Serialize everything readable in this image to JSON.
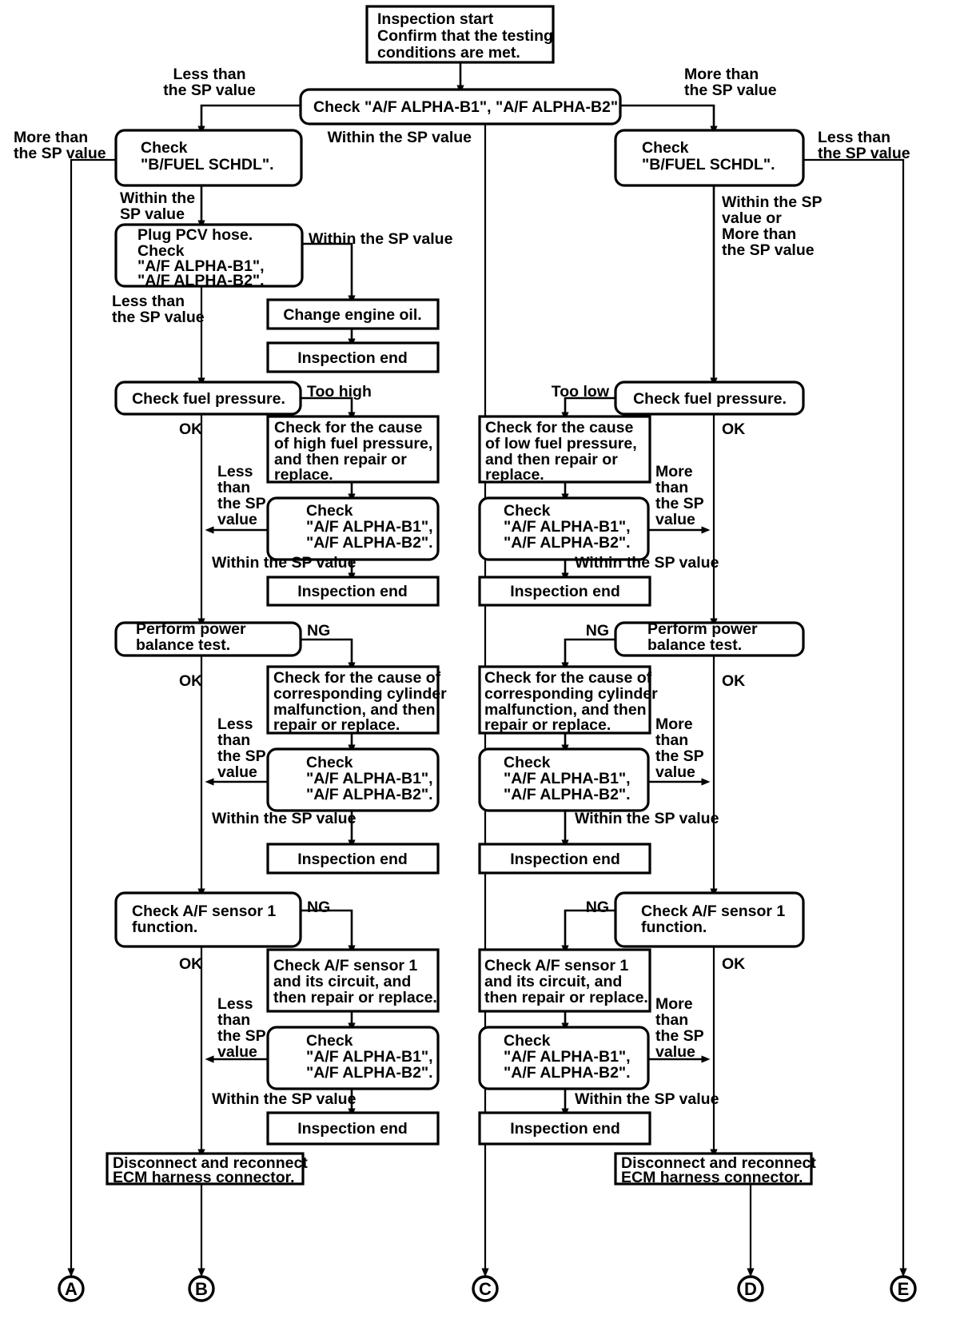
{
  "diagram": {
    "title": "A/F ALPHA diagnostic flowchart",
    "nodes": {
      "start": {
        "lines": [
          "Inspection start",
          "Confirm that the testing",
          "conditions are met."
        ]
      },
      "check_alpha_top": {
        "lines": [
          "Check \"A/F ALPHA-B1\", \"A/F ALPHA-B2\"."
        ]
      },
      "bfuel_left": {
        "lines": [
          "Check",
          "\"B/FUEL SCHDL\"."
        ]
      },
      "bfuel_right": {
        "lines": [
          "Check",
          "\"B/FUEL SCHDL\"."
        ]
      },
      "pcv": {
        "lines": [
          "Plug PCV hose.",
          "Check",
          "\"A/F ALPHA-B1\",",
          "\"A/F ALPHA-B2\"."
        ]
      },
      "change_oil": {
        "lines": [
          "Change engine oil."
        ]
      },
      "insp_end_1": {
        "lines": [
          "Inspection end"
        ]
      },
      "fuel_press_left": {
        "lines": [
          "Check fuel pressure."
        ]
      },
      "fuel_press_right": {
        "lines": [
          "Check fuel pressure."
        ]
      },
      "cause_high": {
        "lines": [
          "Check for the cause",
          "of high fuel pressure,",
          "and then repair or",
          "replace."
        ]
      },
      "cause_low": {
        "lines": [
          "Check for the cause",
          "of low fuel pressure,",
          "and then repair or",
          "replace."
        ]
      },
      "check_alpha_l1": {
        "lines": [
          "Check",
          "\"A/F ALPHA-B1\",",
          "\"A/F ALPHA-B2\"."
        ]
      },
      "check_alpha_r1": {
        "lines": [
          "Check",
          "\"A/F ALPHA-B1\",",
          "\"A/F ALPHA-B2\"."
        ]
      },
      "insp_end_2": {
        "lines": [
          "Inspection end"
        ]
      },
      "insp_end_3": {
        "lines": [
          "Inspection end"
        ]
      },
      "pwr_bal_left": {
        "lines": [
          "Perform power",
          "balance test."
        ]
      },
      "pwr_bal_right": {
        "lines": [
          "Perform power",
          "balance test."
        ]
      },
      "cyl_left": {
        "lines": [
          "Check for the cause of",
          "corresponding cylinder",
          "malfunction, and then",
          "repair or replace."
        ]
      },
      "cyl_right": {
        "lines": [
          "Check for the cause of",
          "corresponding cylinder",
          "malfunction, and then",
          "repair or replace."
        ]
      },
      "check_alpha_l2": {
        "lines": [
          "Check",
          "\"A/F ALPHA-B1\",",
          "\"A/F ALPHA-B2\"."
        ]
      },
      "check_alpha_r2": {
        "lines": [
          "Check",
          "\"A/F ALPHA-B1\",",
          "\"A/F ALPHA-B2\"."
        ]
      },
      "insp_end_4": {
        "lines": [
          "Inspection end"
        ]
      },
      "insp_end_5": {
        "lines": [
          "Inspection end"
        ]
      },
      "af_sensor_left": {
        "lines": [
          "Check A/F sensor 1",
          "function."
        ]
      },
      "af_sensor_right": {
        "lines": [
          "Check A/F sensor 1",
          "function."
        ]
      },
      "af_circ_left": {
        "lines": [
          "Check A/F sensor 1",
          "and its circuit, and",
          "then repair or replace."
        ]
      },
      "af_circ_right": {
        "lines": [
          "Check A/F sensor 1",
          "and its circuit, and",
          "then repair or replace."
        ]
      },
      "check_alpha_l3": {
        "lines": [
          "Check",
          "\"A/F ALPHA-B1\",",
          "\"A/F ALPHA-B2\"."
        ]
      },
      "check_alpha_r3": {
        "lines": [
          "Check",
          "\"A/F ALPHA-B1\",",
          "\"A/F ALPHA-B2\"."
        ]
      },
      "insp_end_6": {
        "lines": [
          "Inspection end"
        ]
      },
      "insp_end_7": {
        "lines": [
          "Inspection end"
        ]
      },
      "ecm_left": {
        "lines": [
          "Disconnect and reconnect",
          "ECM harness connector."
        ]
      },
      "ecm_right": {
        "lines": [
          "Disconnect and reconnect",
          "ECM harness connector."
        ]
      }
    },
    "edge_labels": {
      "less_than_top_left": [
        "Less than",
        "the SP value"
      ],
      "more_than_top_right": [
        "More than",
        "the SP value"
      ],
      "more_than_far_left": [
        "More than",
        "the SP value"
      ],
      "less_than_far_right": [
        "Less than",
        "the SP value"
      ],
      "within_left": [
        "Within the",
        "SP value"
      ],
      "within_center": [
        "Within the SP value"
      ],
      "within_right_multi": [
        "Within the SP",
        "value or",
        "More than",
        "the SP value"
      ],
      "within_pcv": [
        "Within the SP value"
      ],
      "less_than_pcv": [
        "Less than",
        "the SP value"
      ],
      "too_high": [
        "Too high"
      ],
      "too_low": [
        "Too low"
      ],
      "ok_l1": [
        "OK"
      ],
      "ok_r1": [
        "OK"
      ],
      "less_than_stack_l1": [
        "Less",
        "than",
        "the SP",
        "value"
      ],
      "more_than_stack_r1": [
        "More",
        "than",
        "the SP",
        "value"
      ],
      "within_sp_l1": [
        "Within the SP value"
      ],
      "within_sp_r1": [
        "Within the SP value"
      ],
      "ng_l1": [
        "NG"
      ],
      "ng_r1": [
        "NG"
      ],
      "ok_l2": [
        "OK"
      ],
      "ok_r2": [
        "OK"
      ],
      "less_than_stack_l2": [
        "Less",
        "than",
        "the SP",
        "value"
      ],
      "more_than_stack_r2": [
        "More",
        "than",
        "the SP",
        "value"
      ],
      "within_sp_l2": [
        "Within the SP value"
      ],
      "within_sp_r2": [
        "Within the SP value"
      ],
      "ng_l3": [
        "NG"
      ],
      "ng_r3": [
        "NG"
      ],
      "ok_l3": [
        "OK"
      ],
      "ok_r3": [
        "OK"
      ],
      "less_than_stack_l3": [
        "Less",
        "than",
        "the SP",
        "value"
      ],
      "more_than_stack_r3": [
        "More",
        "than",
        "the SP",
        "value"
      ],
      "within_sp_l3": [
        "Within the SP value"
      ],
      "within_sp_r3": [
        "Within the SP value"
      ]
    },
    "connectors": [
      {
        "id": "A",
        "label": "A"
      },
      {
        "id": "B",
        "label": "B"
      },
      {
        "id": "C",
        "label": "C"
      },
      {
        "id": "D",
        "label": "D"
      },
      {
        "id": "E",
        "label": "E"
      }
    ]
  }
}
